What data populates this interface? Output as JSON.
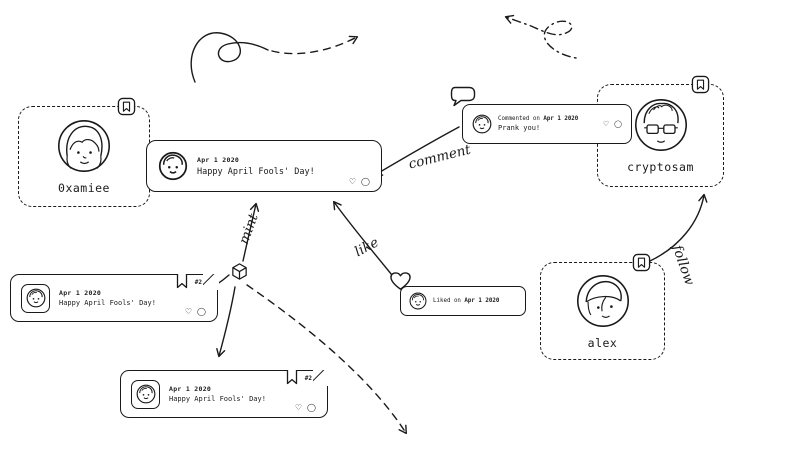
{
  "colors": {
    "ink": "#1a1a1a",
    "background": "#ffffff"
  },
  "profiles": {
    "amiee": {
      "name": "0xamiee"
    },
    "cryptosam": {
      "name": "cryptosam"
    },
    "alex": {
      "name": "alex"
    }
  },
  "post": {
    "date": "Apr 1 2020",
    "text": "Happy April Fools' Day!"
  },
  "comment": {
    "action": "Commented on",
    "date": "Apr 1 2020",
    "text": "Prank you!"
  },
  "like": {
    "action": "Liked on",
    "date": "Apr 1 2020"
  },
  "nfts": [
    {
      "date": "Apr 1 2020",
      "text": "Happy April Fools' Day!",
      "serial": "#2"
    },
    {
      "date": "Apr 1 2020",
      "text": "Happy April Fools' Day!",
      "serial": "#2"
    }
  ],
  "labels": {
    "comment": "comment",
    "mint": "mint",
    "like": "like",
    "follow": "follow"
  },
  "glyphs": {
    "heart": "♡",
    "circle": "◯"
  }
}
